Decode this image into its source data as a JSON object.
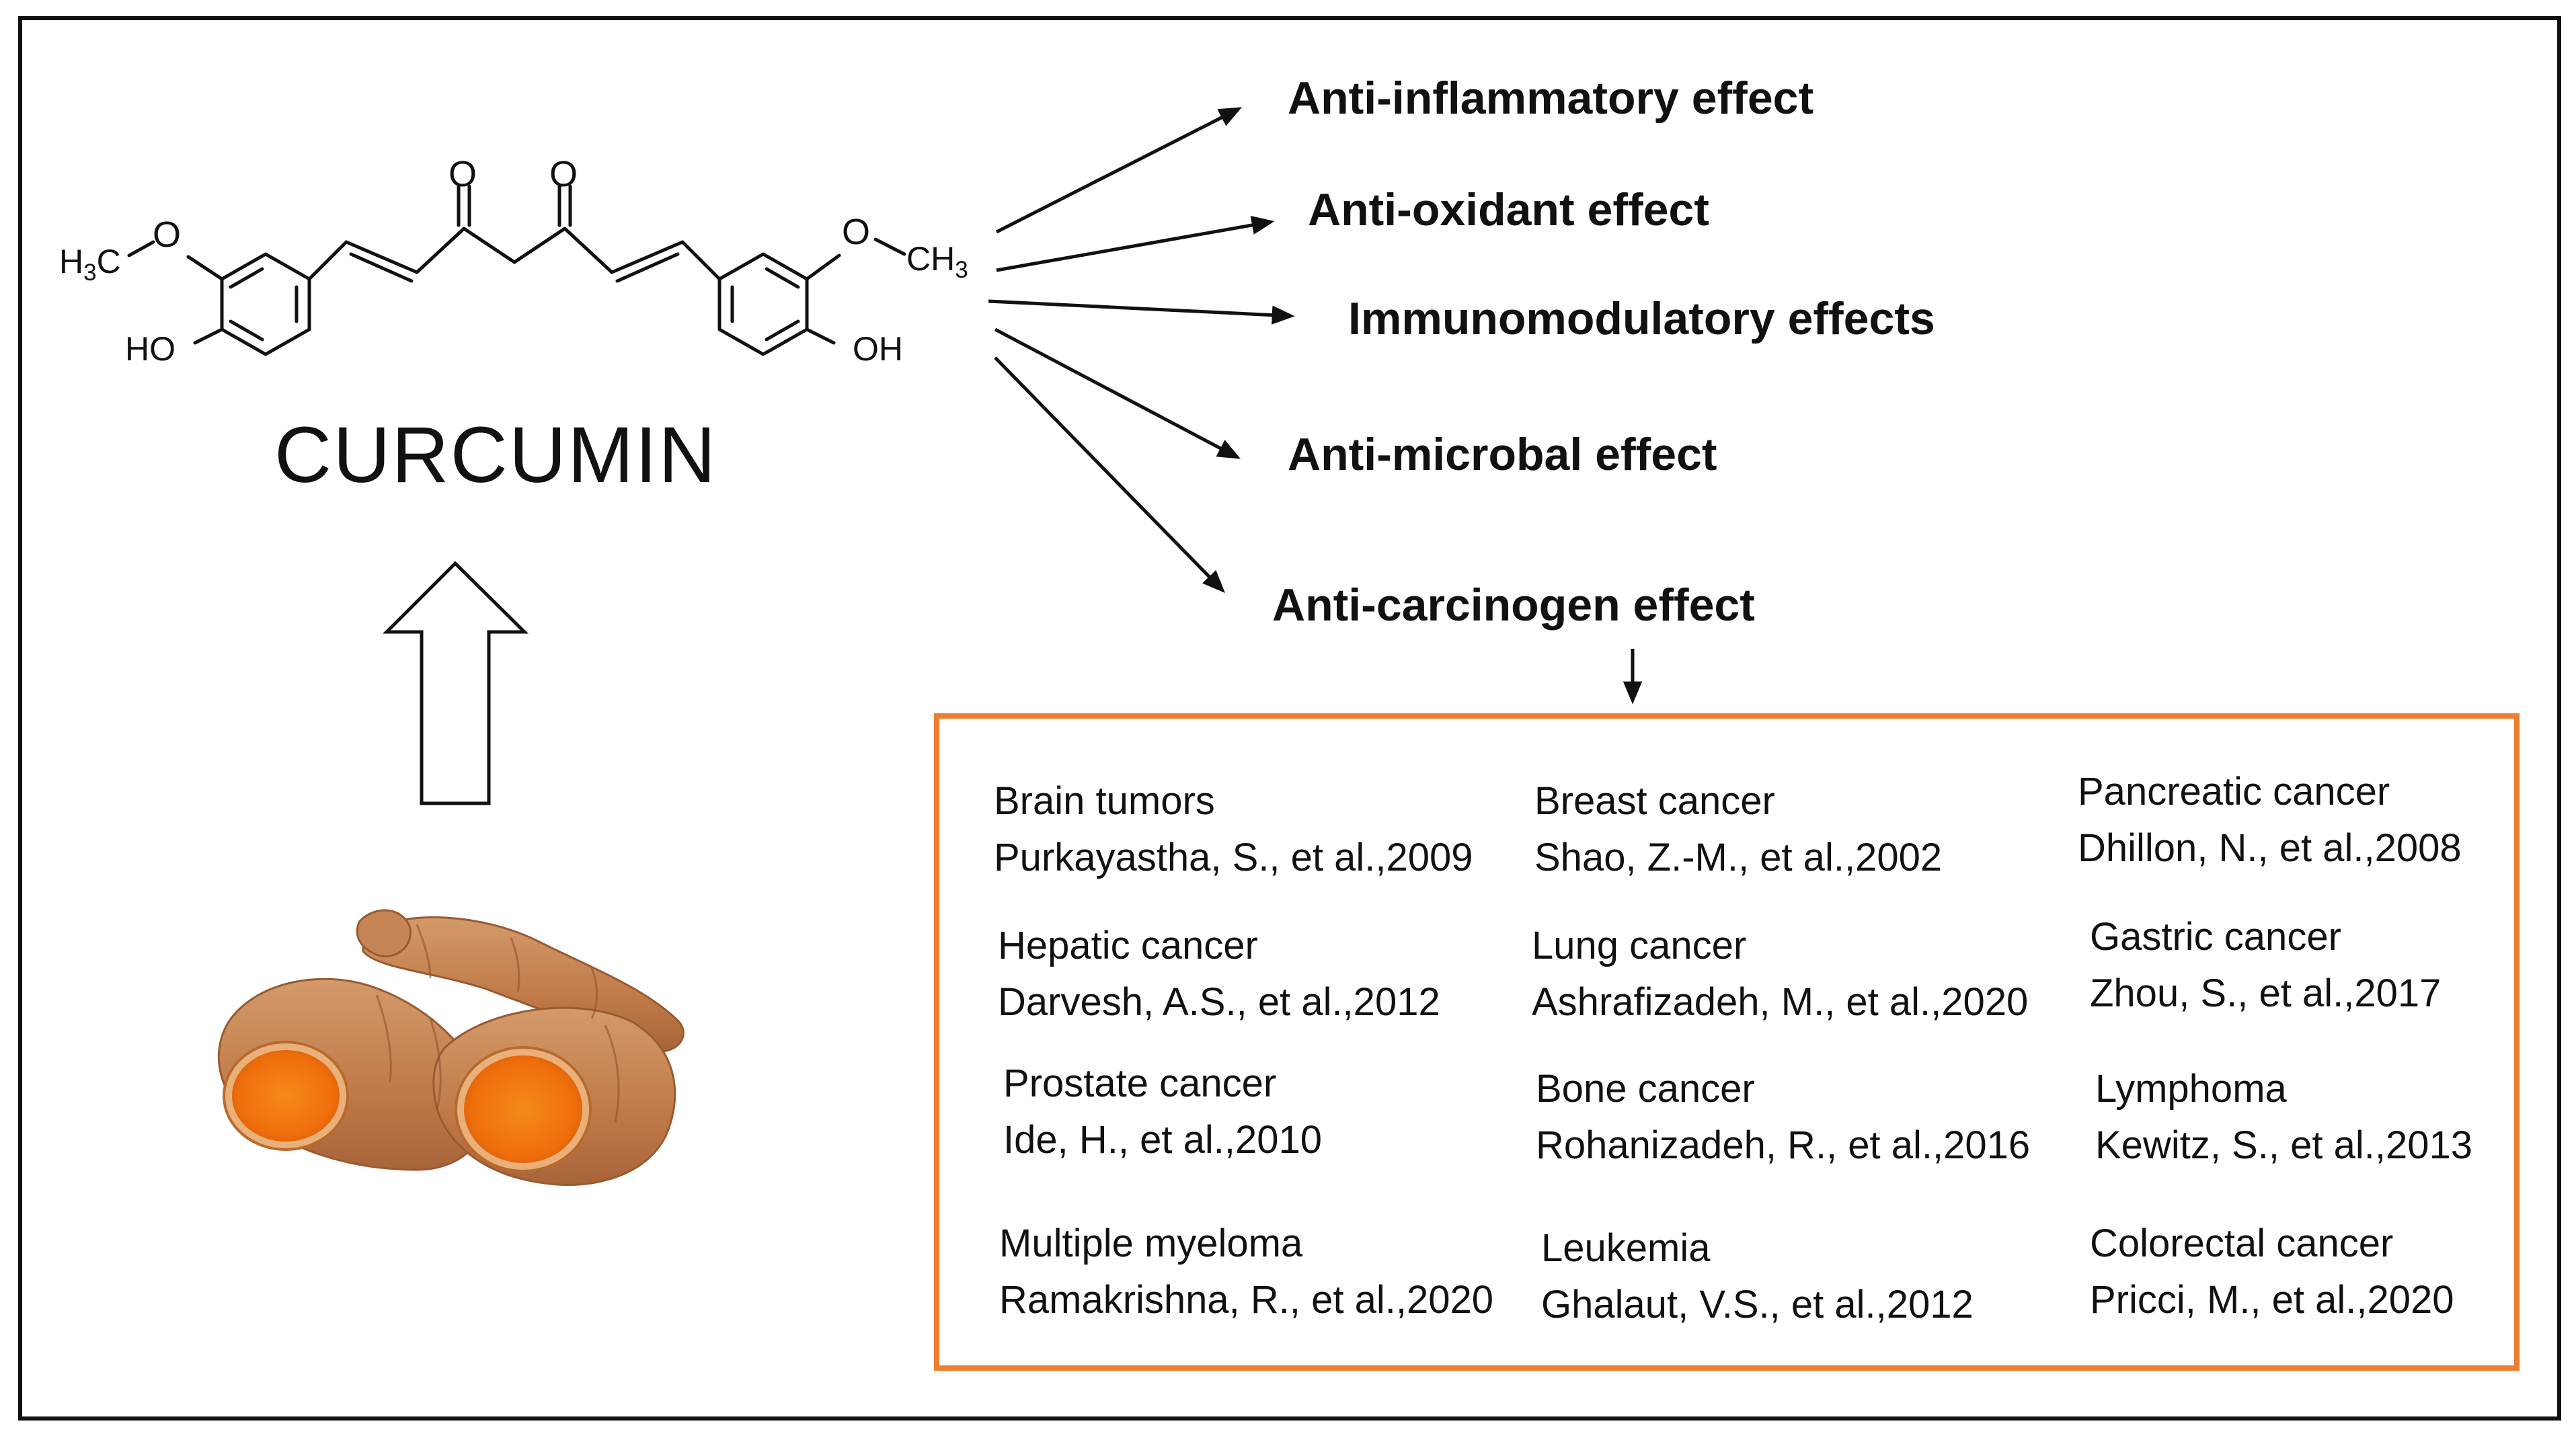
{
  "molecule": {
    "name": "CURCUMIN",
    "atoms": {
      "o_left_ketone": "O",
      "o_right_ketone": "O",
      "methoxy_left_o": "O",
      "methoxy_left_c": "H3C",
      "hydroxy_left": "HO",
      "methoxy_right_o": "O",
      "methoxy_right_c": "CH3",
      "hydroxy_right": "OH"
    }
  },
  "effects": [
    "Anti-inflammatory effect",
    "Anti-oxidant effect",
    "Immunomodulatory effects",
    "Anti-microbal effect",
    "Anti-carcinogen effect"
  ],
  "cancers": [
    {
      "name": "Brain tumors",
      "ref": "Purkayastha, S., et al.,2009"
    },
    {
      "name": "Breast cancer",
      "ref": "Shao, Z.-M., et al.,2002"
    },
    {
      "name": "Pancreatic cancer",
      "ref": "Dhillon, N., et al.,2008"
    },
    {
      "name": "Hepatic cancer",
      "ref": "Darvesh, A.S., et al.,2012"
    },
    {
      "name": "Lung cancer",
      "ref": "Ashrafizadeh, M., et al.,2020"
    },
    {
      "name": "Gastric cancer",
      "ref": "Zhou, S., et al.,2017"
    },
    {
      "name": "Prostate cancer",
      "ref": "Ide, H., et al.,2010"
    },
    {
      "name": "Bone cancer",
      "ref": "Rohanizadeh, R., et al.,2016"
    },
    {
      "name": "Lymphoma",
      "ref": "Kewitz, S., et al.,2013"
    },
    {
      "name": "Multiple myeloma",
      "ref": "Ramakrishna, R., et al.,2020"
    },
    {
      "name": "Leukemia",
      "ref": "Ghalaut, V.S., et al.,2012"
    },
    {
      "name": "Colorectal cancer",
      "ref": "Pricci, M., et al.,2020"
    }
  ],
  "colors": {
    "cancer_box_border": "#ED7D31",
    "turmeric_flesh": "#F07A12",
    "turmeric_skin": "#C9895A",
    "text": "#111111"
  },
  "icons": {
    "source_arrow": "hollow-up-arrow-icon",
    "turmeric": "turmeric-root-image",
    "effect_arrows": "arrow-right-icon",
    "down_arrow": "arrow-down-icon"
  }
}
